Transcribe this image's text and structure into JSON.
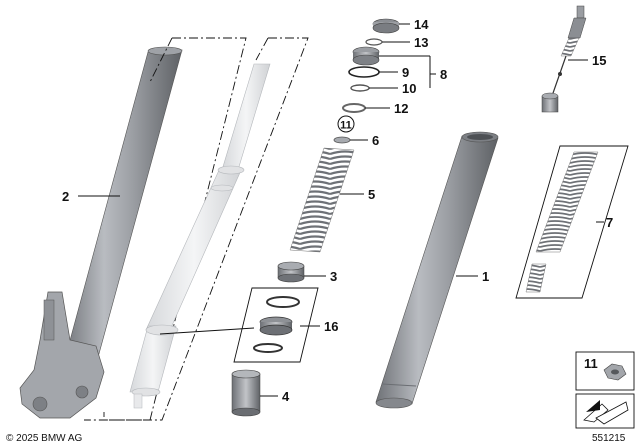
{
  "callouts": {
    "fork_tube_right": "1",
    "fork_tube_left": "2",
    "slide_bushing_top": "3",
    "slide_bushing_bottom": "4",
    "spring_main": "5",
    "washer_small": "6",
    "spring_kit": "7",
    "screw_plug_group": "8",
    "o_ring_upper": "9",
    "o_ring_lower": "10",
    "hex_nut_ref": "11",
    "circlip": "12",
    "cap_ring": "13",
    "cap": "14",
    "damper_rod_tool": "15",
    "seal_kit": "16"
  },
  "legend_box": {
    "label": "11"
  },
  "footer": {
    "copyright": "© 2025 BMW AG",
    "diagram_id": "551215"
  },
  "colors": {
    "tube_dark": "#8c8f94",
    "tube_light": "#c9cbcf",
    "ghost_part": "#e6e7e9",
    "spring": "#9ea1a6",
    "line": "#111111"
  }
}
